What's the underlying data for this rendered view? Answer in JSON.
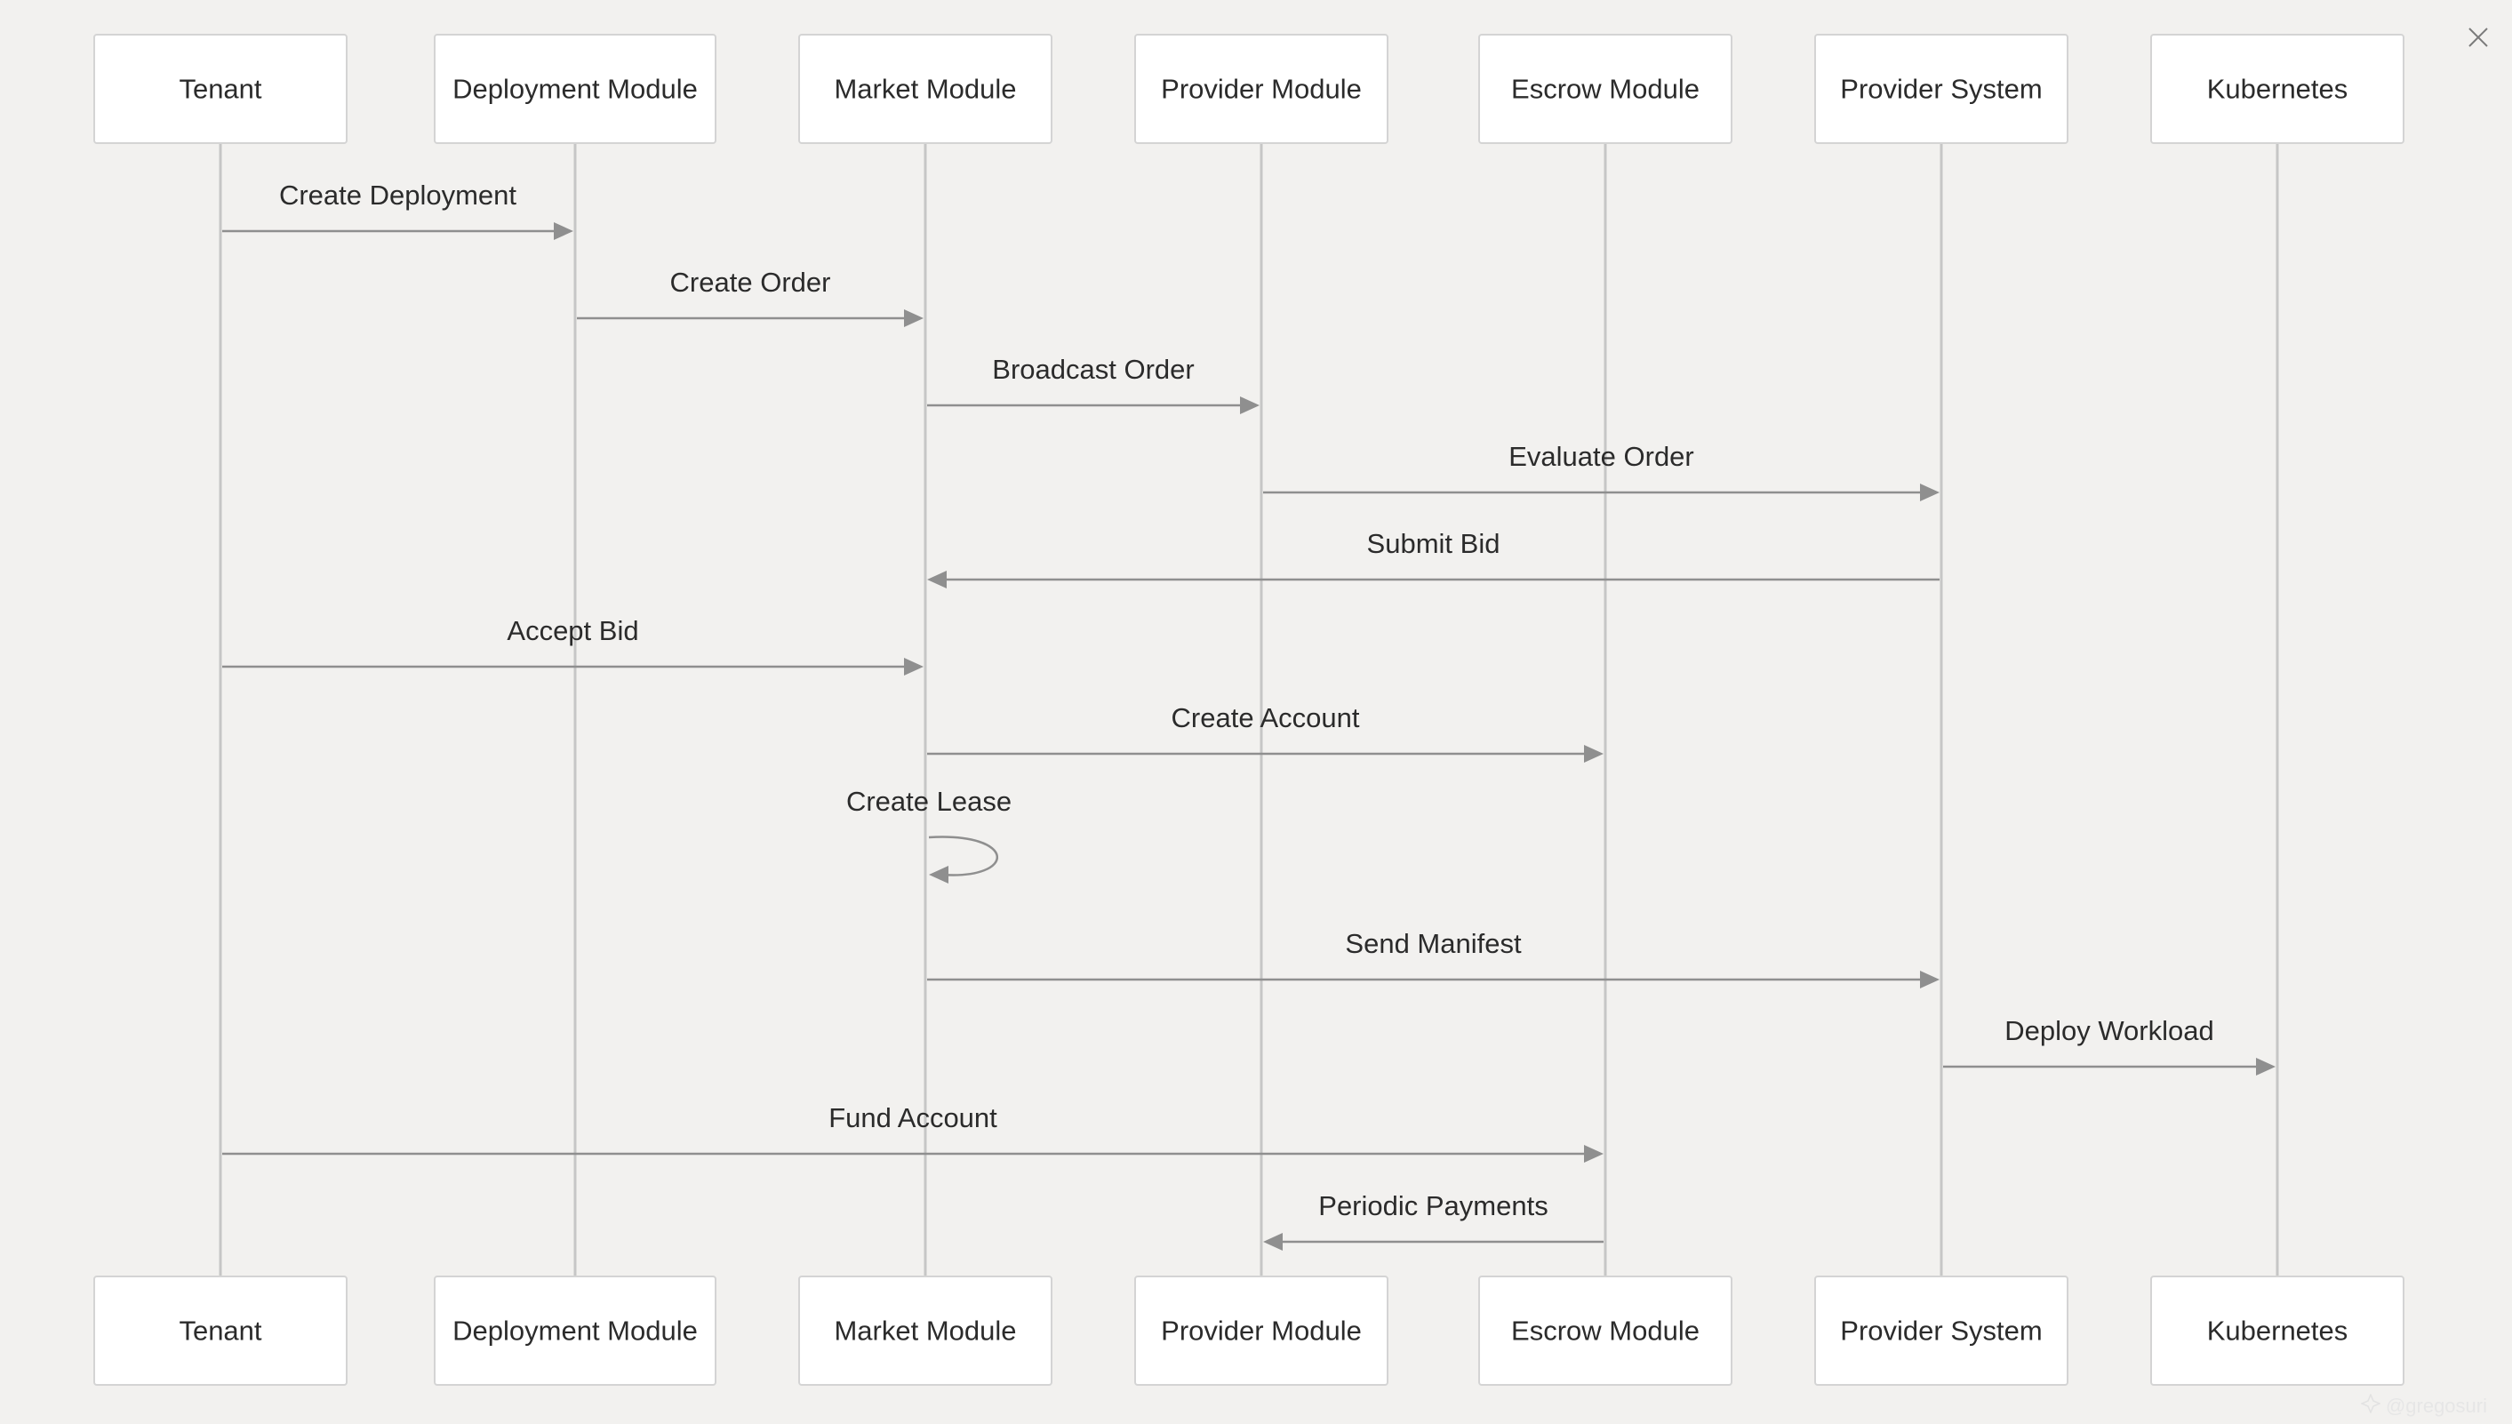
{
  "diagram": {
    "type": "sequence",
    "participants": [
      {
        "id": "tenant",
        "label": "Tenant"
      },
      {
        "id": "deployment",
        "label": "Deployment Module"
      },
      {
        "id": "market",
        "label": "Market Module"
      },
      {
        "id": "provider",
        "label": "Provider Module"
      },
      {
        "id": "escrow",
        "label": "Escrow Module"
      },
      {
        "id": "provsys",
        "label": "Provider System"
      },
      {
        "id": "k8s",
        "label": "Kubernetes"
      }
    ],
    "messages": [
      {
        "from": "tenant",
        "to": "deployment",
        "label": "Create Deployment"
      },
      {
        "from": "deployment",
        "to": "market",
        "label": "Create Order"
      },
      {
        "from": "market",
        "to": "provider",
        "label": "Broadcast Order"
      },
      {
        "from": "provider",
        "to": "provsys",
        "label": "Evaluate Order"
      },
      {
        "from": "provsys",
        "to": "market",
        "label": "Submit Bid"
      },
      {
        "from": "tenant",
        "to": "market",
        "label": "Accept Bid"
      },
      {
        "from": "market",
        "to": "escrow",
        "label": "Create Account"
      },
      {
        "from": "market",
        "to": "market",
        "label": "Create Lease"
      },
      {
        "from": "market",
        "to": "provsys",
        "label": "Send Manifest"
      },
      {
        "from": "provsys",
        "to": "k8s",
        "label": "Deploy Workload"
      },
      {
        "from": "tenant",
        "to": "escrow",
        "label": "Fund Account"
      },
      {
        "from": "escrow",
        "to": "provider",
        "label": "Periodic Payments"
      }
    ]
  },
  "controls": {
    "close_icon": "close-icon"
  },
  "watermark": {
    "text": "@gregosuri",
    "icon": "sparkle-icon"
  },
  "colors": {
    "background": "#f2f1ef",
    "box_fill": "#ffffff",
    "box_border": "#d4d4d4",
    "lifeline": "#c6c6c6",
    "arrow": "#8f8f8f",
    "text": "#2b2b2b"
  }
}
